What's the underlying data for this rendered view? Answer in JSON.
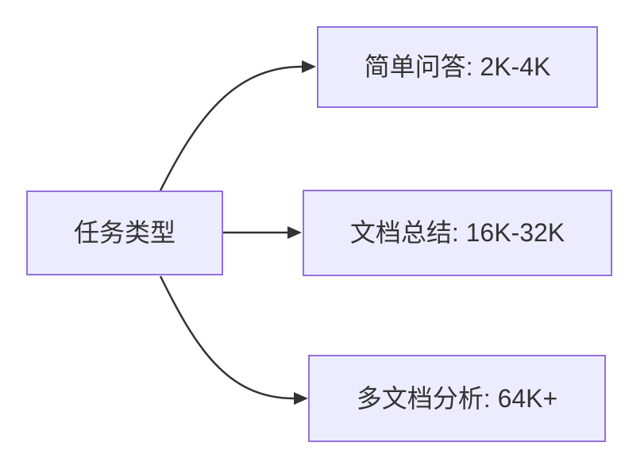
{
  "diagram": {
    "type": "flowchart-LR",
    "root": {
      "label": "任务类型"
    },
    "branches": [
      {
        "label": "简单问答: 2K-4K"
      },
      {
        "label": "文档总结: 16K-32K"
      },
      {
        "label": "多文档分析: 64K+"
      }
    ]
  },
  "colors": {
    "background": "#FFFFFF",
    "node_fill": "#ECECFF",
    "node_border": "#9370DB",
    "edge": "#333333",
    "text": "#333333"
  }
}
